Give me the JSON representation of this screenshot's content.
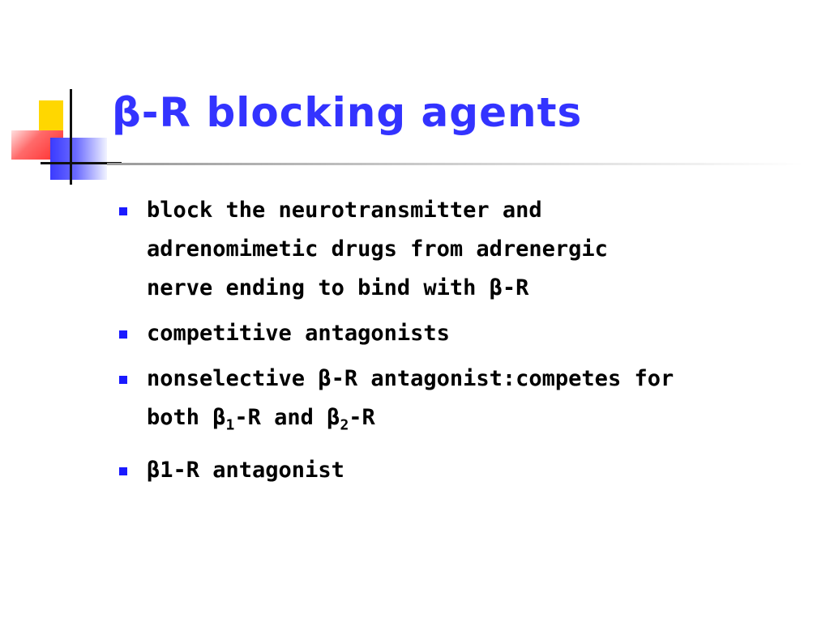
{
  "slide": {
    "title": "β-R blocking  agents",
    "bullets": [
      {
        "lines": [
          "block the neurotransmitter and",
          "adrenomimetic drugs from  adrenergic",
          "nerve ending to bind  with β-R"
        ]
      },
      {
        "lines": [
          "competitive antagonists"
        ]
      },
      {
        "segments": {
          "line1": "nonselective β-R antagonist:competes for",
          "both": "both β",
          "sub1": "1",
          "mid": "-R and β",
          "sub2": "2",
          "end": "-R"
        }
      },
      {
        "lines": [
          "β1-R antagonist"
        ]
      }
    ]
  },
  "colors": {
    "title": "#3333ff",
    "bullet_marker": "#1a1aff",
    "logo_yellow": "#ffd700",
    "logo_red": "#ff2a2a",
    "logo_blue": "#3a3aff"
  }
}
